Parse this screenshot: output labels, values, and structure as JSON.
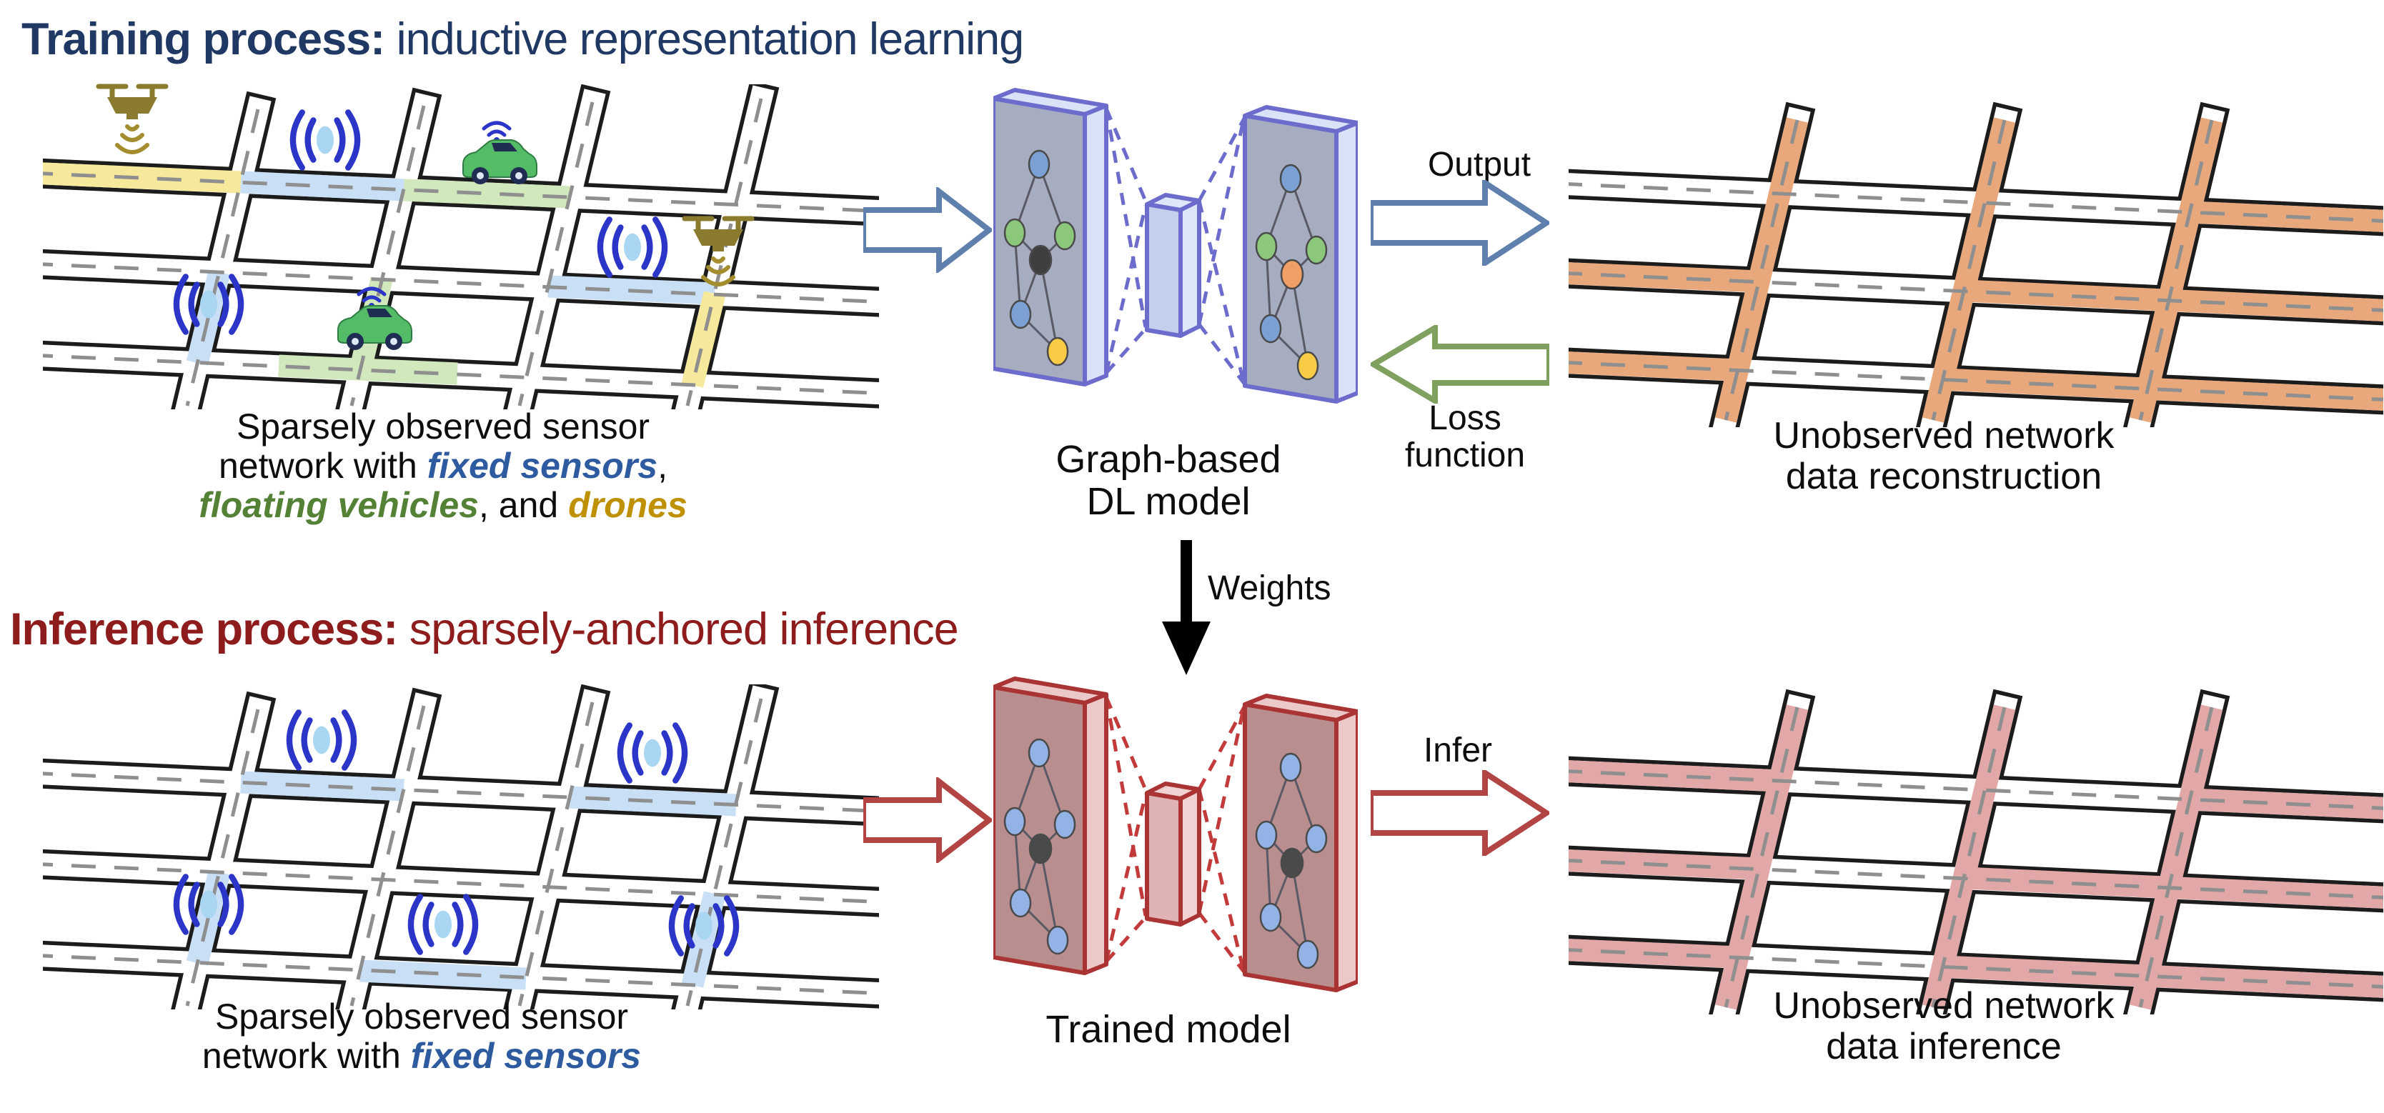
{
  "palette": {
    "training_title": "#1f3864",
    "inference_title": "#8e1c1c",
    "fixed_sensor_text": "#2e5aa0",
    "floating_vehicle_text": "#538135",
    "drone_text": "#bf9000",
    "observed_highlight_blue": "#c8dff5",
    "observed_highlight_green": "#d0e8bb",
    "observed_highlight_yellow": "#f6e99b",
    "reconstruction_highlight": "#e8a87c",
    "inference_highlight": "#e2a8a8",
    "model_border_training": "#6c6ccd",
    "model_border_trained": "#aa3434",
    "output_arrow": "#5f7fad",
    "loss_arrow": "#7fa05e",
    "infer_arrow": "#b24444",
    "weights_arrow": "#000000"
  },
  "icons": {
    "fixed_sensor": "wifi-sensor-icon",
    "floating_vehicle": "car-icon",
    "drone": "drone-icon"
  },
  "training": {
    "title_strong": "Training process:",
    "title_rest": " inductive representation learning",
    "input_caption": {
      "line1": "Sparsely observed sensor",
      "line2_prefix": "network with ",
      "fixed_sensors": "fixed sensors",
      "line2_comma": ",",
      "floating_vehicles": "floating vehicles",
      "line3_and": ", and ",
      "drones": "drones"
    },
    "model_caption_line1": "Graph-based",
    "model_caption_line2": "DL model",
    "labels": {
      "output": "Output",
      "loss": "Loss function"
    },
    "output_caption_line1": "Unobserved network",
    "output_caption_line2": "data reconstruction"
  },
  "transfer": {
    "weights_label": "Weights"
  },
  "inference": {
    "title_strong": "Inference process:",
    "title_rest": " sparsely-anchored inference",
    "input_caption": {
      "line1": "Sparsely observed sensor",
      "line2_prefix": "network with ",
      "fixed_sensors": "fixed sensors"
    },
    "model_caption": "Trained model",
    "labels": {
      "infer": "Infer"
    },
    "output_caption_line1": "Unobserved network",
    "output_caption_line2": "data inference"
  }
}
